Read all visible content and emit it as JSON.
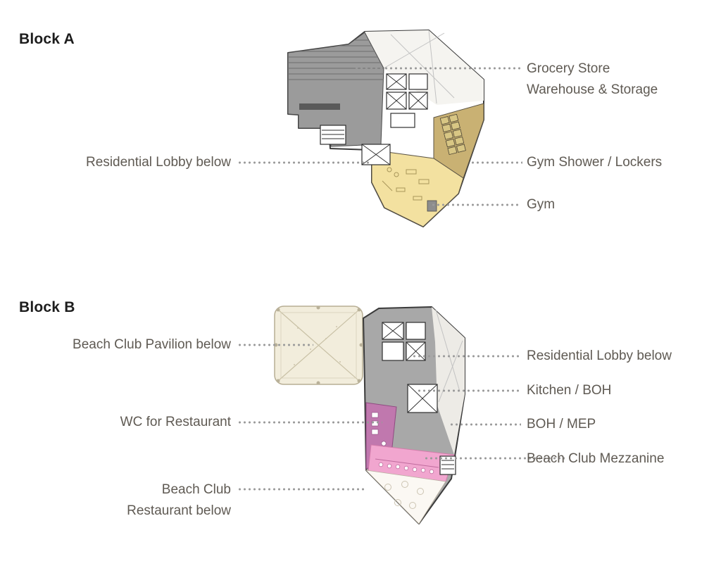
{
  "block_a": {
    "title": "Block A",
    "callouts": {
      "grocery": {
        "line1": "Grocery Store",
        "line2": "Warehouse & Storage"
      },
      "residential_lobby": {
        "line1": "Residential Lobby below"
      },
      "gym_lockers": {
        "line1": "Gym Shower / Lockers"
      },
      "gym": {
        "line1": "Gym"
      }
    }
  },
  "block_b": {
    "title": "Block B",
    "callouts": {
      "pavilion": {
        "line1": "Beach Club Pavilion below"
      },
      "residential_lobby": {
        "line1": "Residential Lobby below"
      },
      "kitchen": {
        "line1": "Kitchen / BOH"
      },
      "wc": {
        "line1": "WC for Restaurant"
      },
      "boh_mep": {
        "line1": "BOH / MEP"
      },
      "mezzanine": {
        "line1": "Beach Club Mezzanine"
      },
      "restaurant": {
        "line1": "Beach Club",
        "line2": "Restaurant below"
      }
    }
  },
  "colors": {
    "background": "#ffffff",
    "title_text": "#1d1d1d",
    "label_text": "#5f5a53",
    "leader_dot": "#9a9a9a",
    "plan_outline": "#3b3b3b",
    "warehouse_gray": "#9b9b9b",
    "building_gray": "#a8a8a8",
    "gym_yellow": "#f3e1a0",
    "lockers_tan": "#c9b173",
    "pavilion_cream": "#f2eddc",
    "wc_purple": "#c078ae",
    "mezzanine_pink": "#f1a6cf",
    "restaurant_cream": "#fbf8f3"
  }
}
